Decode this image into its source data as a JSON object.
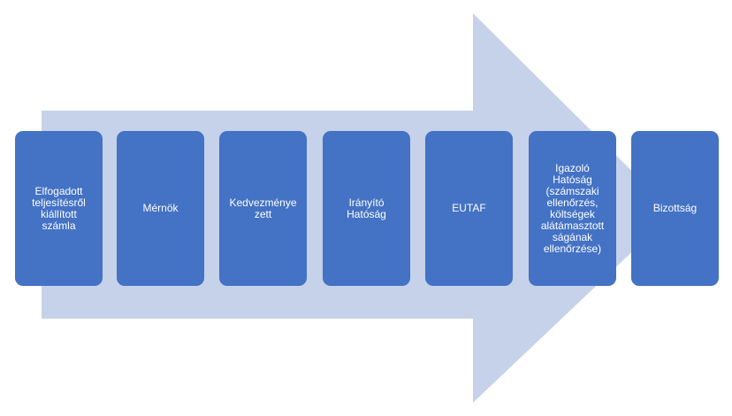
{
  "colors": {
    "box_fill": "#4472c4",
    "arrow_fill": "#c5d2ea",
    "box_text": "#ffffff"
  },
  "steps": [
    {
      "label": "Elfogadott\nteljesítésről\nkiállított\nszámla"
    },
    {
      "label": "Mérnök"
    },
    {
      "label": "Kedvezménye\nzett"
    },
    {
      "label": "Irányító\nHatóság"
    },
    {
      "label": "EUTAF"
    },
    {
      "label": "Igazoló\nHatóság\n(számszaki\nellenőrzés,\nköltségek\nalátámasztott\nságának\nellenőrzése)"
    },
    {
      "label": "Bizottság"
    }
  ]
}
